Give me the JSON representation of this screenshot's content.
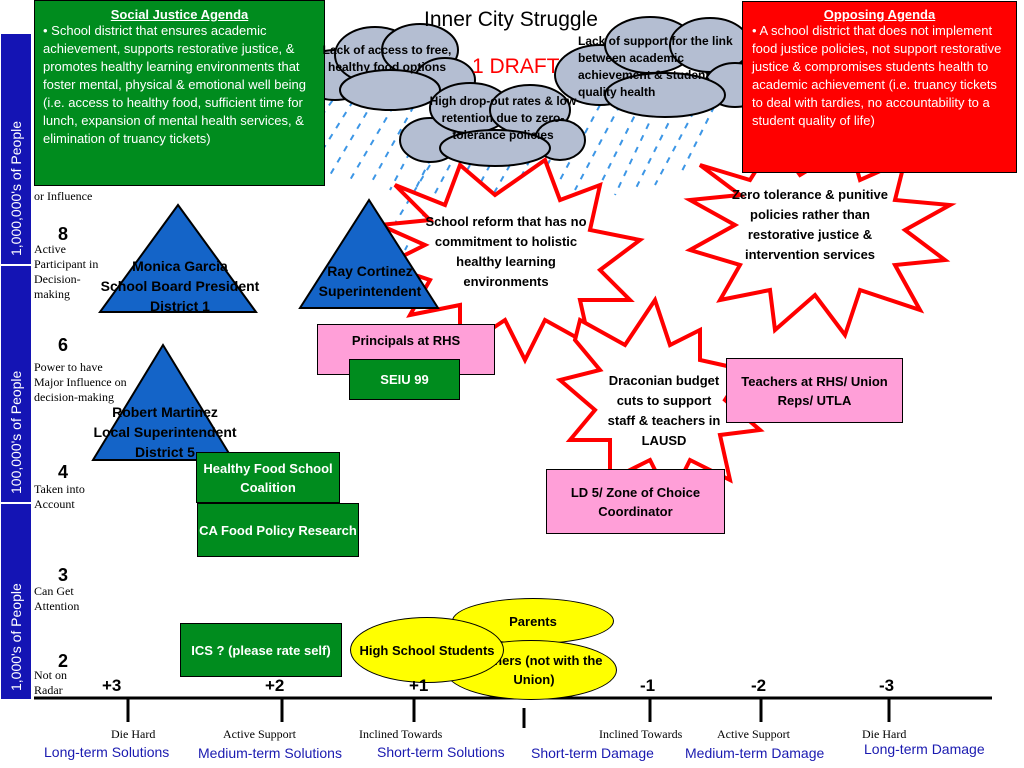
{
  "title": "Inner City Struggle",
  "draft_label": "1 DRAFT",
  "bands": [
    {
      "label": "1,000,000's of People"
    },
    {
      "label": "100,000's of People"
    },
    {
      "label": "1,000's of People"
    }
  ],
  "levels": [
    {
      "num": "",
      "text": "or Influence"
    },
    {
      "num": "8",
      "text": "Active Participant in Decision-making"
    },
    {
      "num": "6",
      "text": "Power to have Major Influence on decision-making"
    },
    {
      "num": "4",
      "text": "Taken into Account"
    },
    {
      "num": "3",
      "text": "Can Get Attention"
    },
    {
      "num": "2",
      "text": "Not on Radar"
    }
  ],
  "social_justice": {
    "heading": "Social Justice Agenda",
    "text": "• School district that ensures academic achievement, supports restorative justice, & promotes healthy learning environments that foster mental, physical & emotional well being (i.e. access to healthy food, sufficient time for lunch, expansion of mental health services, & elimination of truancy tickets)"
  },
  "opposing": {
    "heading": "Opposing Agenda",
    "text": "• A school district that does not implement food justice policies, not support restorative justice & compromises students health to academic achievement (i.e. truancy tickets to deal with tardies, no accountability to a student quality of life)"
  },
  "clouds": [
    {
      "text": "Lack of access to free, healthy food options"
    },
    {
      "text": "Lack of support for the link between academic achievement & student quality health"
    },
    {
      "text": "High drop-out rates & low retention due to zero-tolerance policies"
    }
  ],
  "stars": [
    {
      "text": "School reform that has no commitment to holistic healthy learning environments"
    },
    {
      "text": "Zero tolerance & punitive policies rather than restorative justice & intervention services"
    },
    {
      "text": "Draconian budget cuts to support staff & teachers in LAUSD"
    }
  ],
  "triangles": [
    {
      "line1": "Monica Garcia",
      "line2": "School Board President",
      "line3": "District 1"
    },
    {
      "line1": "Ray Cortinez",
      "line2": "Superintendent",
      "line3": ""
    },
    {
      "line1": "Robert Martinez",
      "line2": "Local Superintendent",
      "line3": "District 5"
    }
  ],
  "boxes": {
    "principals": "Principals at RHS",
    "seiu": "SEIU 99",
    "healthy_food": "Healthy Food School Coalition",
    "ca_food": "CA Food Policy Research",
    "teachers_rhs": "Teachers at RHS/ Union Reps/ UTLA",
    "ld5": "LD 5/ Zone of Choice Coordinator",
    "ics": "ICS ? (please rate self)"
  },
  "ellipses": {
    "parents": "Parents",
    "high_school": "High School Students",
    "teachers": "Teachers (not with the Union)"
  },
  "axis": [
    {
      "num": "+3",
      "label": "Die Hard",
      "sub": "Long-term Solutions"
    },
    {
      "num": "+2",
      "label": "Active Support",
      "sub": "Medium-term Solutions"
    },
    {
      "num": "+1",
      "label": "Inclined Towards",
      "sub": "Short-term Solutions"
    },
    {
      "num": "-1",
      "label": "Inclined Towards",
      "sub": "Short-term Damage"
    },
    {
      "num": "-2",
      "label": "Active Support",
      "sub": "Medium-term Damage"
    },
    {
      "num": "-3",
      "label": "Die Hard",
      "sub": "Long-term Damage"
    }
  ],
  "colors": {
    "band": "#1414b4",
    "green": "#008c1e",
    "red": "#ff0000",
    "pink": "#ff9fd8",
    "yellow": "#ffff00",
    "triangle": "#1464c8",
    "cloud": "#b4bed2",
    "rain": "#3c96e6"
  }
}
